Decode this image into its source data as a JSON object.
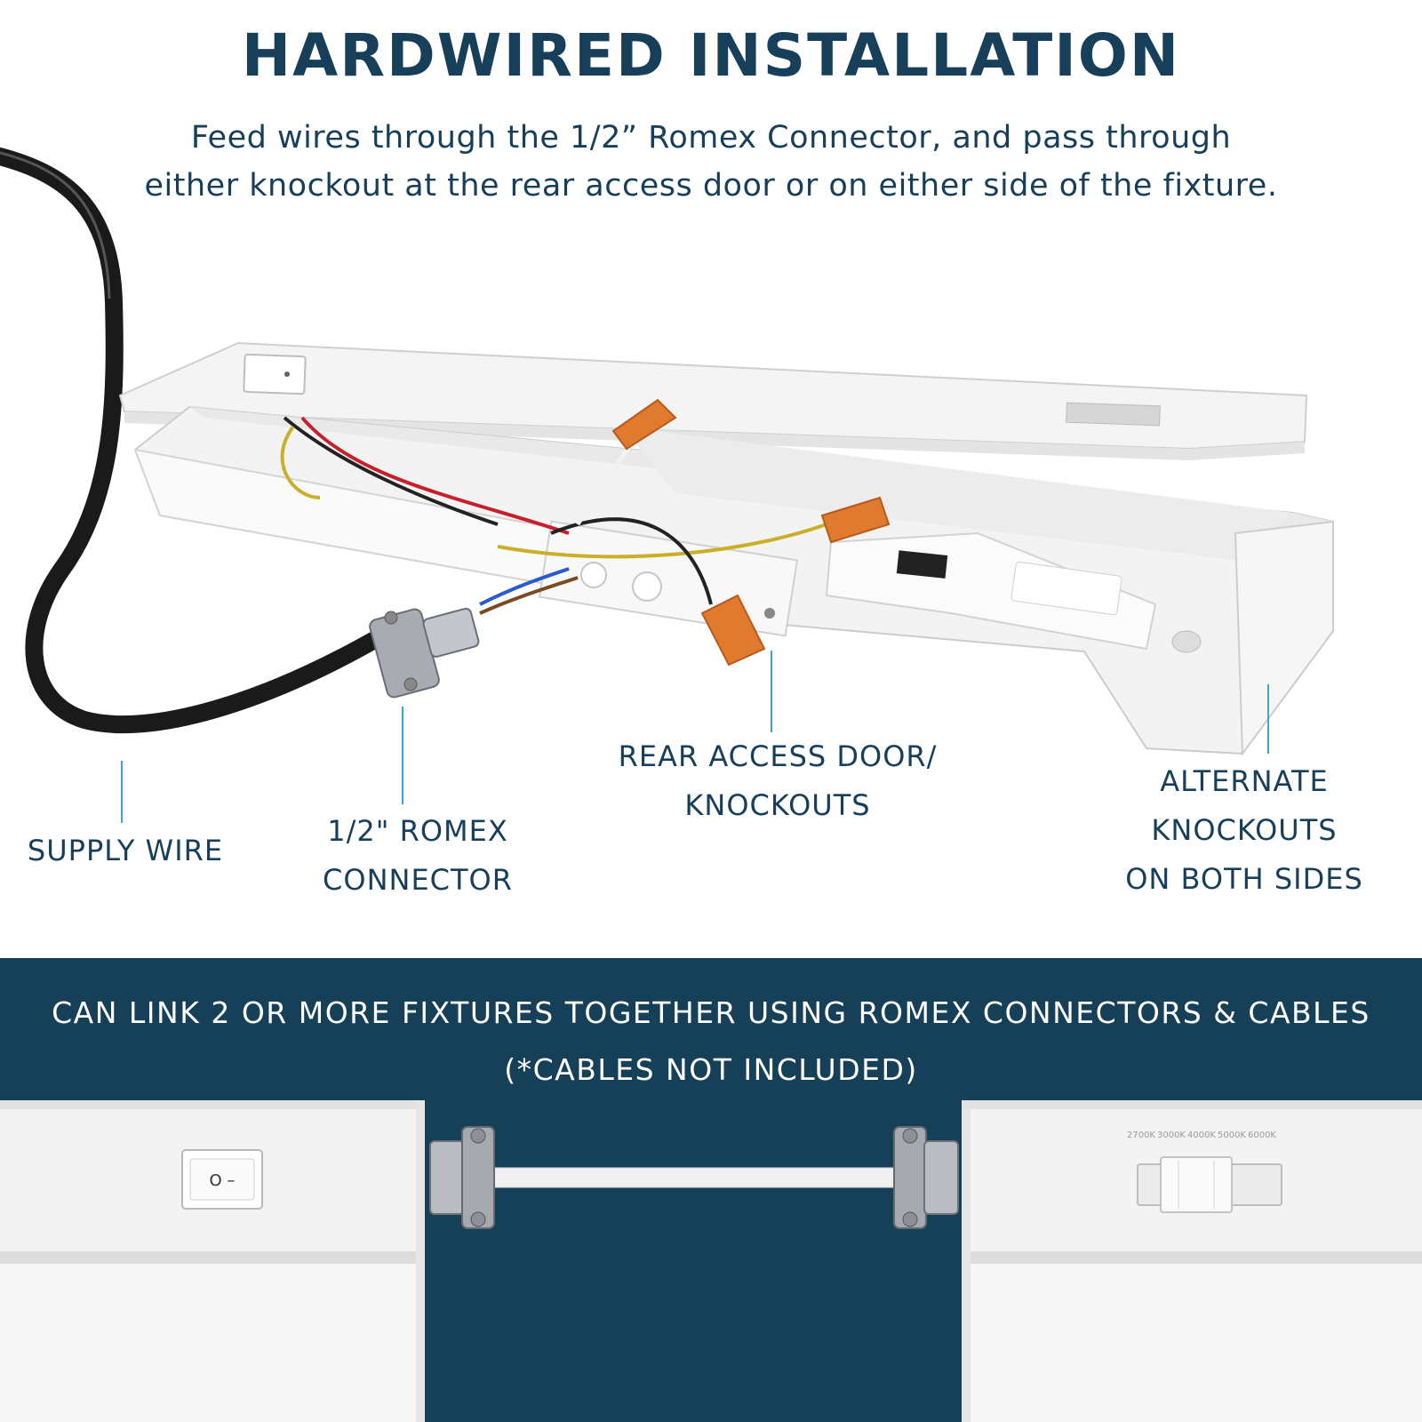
{
  "header": {
    "title": "HARDWIRED INSTALLATION",
    "subtitle_line1": "Feed wires through the 1/2” Romex Connector, and pass through",
    "subtitle_line2": "either knockout at the rear access door or on either side of the fixture."
  },
  "callouts": {
    "supply_wire": "SUPPLY WIRE",
    "romex_line1": "1/2\" ROMEX",
    "romex_line2": "CONNECTOR",
    "rear_line1": "REAR ACCESS DOOR/",
    "rear_line2": "KNOCKOUTS",
    "alt_line1": "ALTERNATE",
    "alt_line2": "KNOCKOUTS",
    "alt_line3": "ON BOTH SIDES"
  },
  "bottom": {
    "banner_line1": "CAN LINK 2 OR MORE FIXTURES TOGETHER USING ROMEX CONNECTORS & CABLES",
    "banner_line2": "(*CABLES NOT INCLUDED)",
    "switch_label": "O –",
    "cct_labels": [
      "2700K",
      "3000K",
      "4000K",
      "5000K",
      "6000K"
    ]
  },
  "colors": {
    "navy": "#163f58",
    "text_navy": "#173f5a",
    "leader_blue": "#3ea3d8",
    "wire_nut_orange": "#e07a2e"
  }
}
